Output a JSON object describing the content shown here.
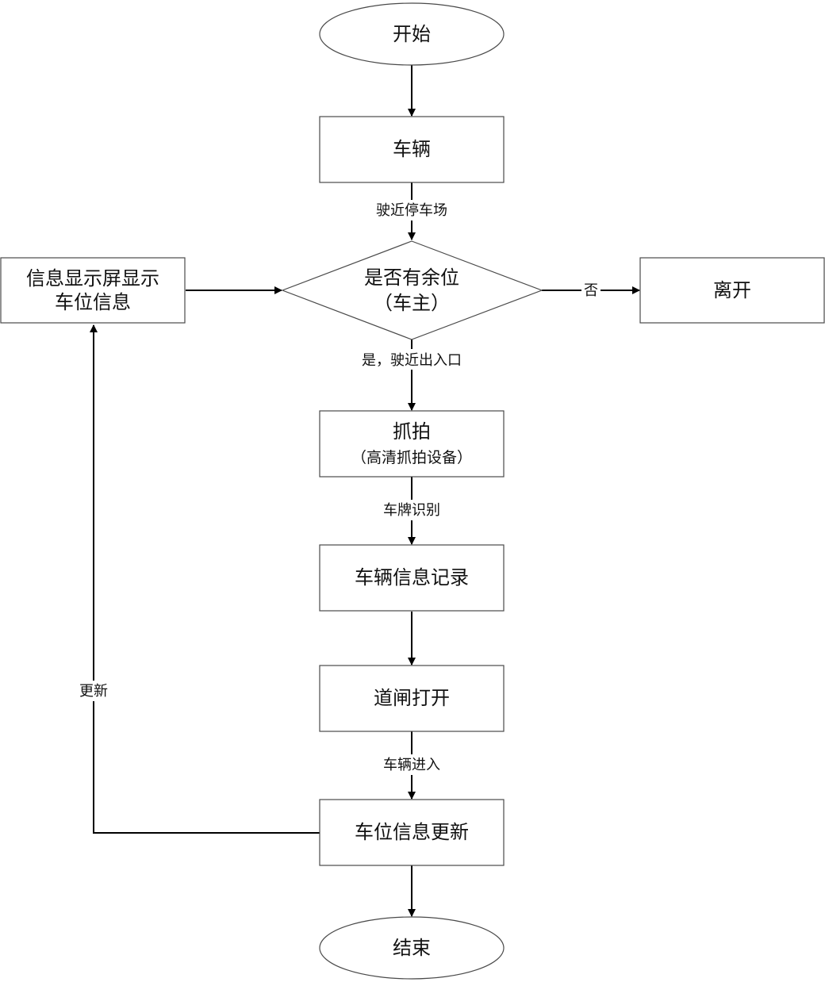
{
  "nodes": {
    "start": "开始",
    "vehicle": "车辆",
    "space_check": {
      "line1": "是否有余位",
      "line2": "（车主）"
    },
    "leave": "离开",
    "display": {
      "line1": "信息显示屏显示",
      "line2": "车位信息"
    },
    "capture": {
      "line1": "抓拍",
      "line2": "（高清抓拍设备）"
    },
    "record": "车辆信息记录",
    "gate_open": "道闸打开",
    "space_update": "车位信息更新",
    "end": "结束"
  },
  "edges": {
    "approach_lot": "驶近停车场",
    "no": "否",
    "yes_approach": "是，驶近出入口",
    "plate_recognition": "车牌识别",
    "vehicle_enter": "车辆进入",
    "update": "更新"
  },
  "colors": {
    "stroke": "#4a4a4a",
    "arrow": "#000000",
    "text": "#111111"
  }
}
